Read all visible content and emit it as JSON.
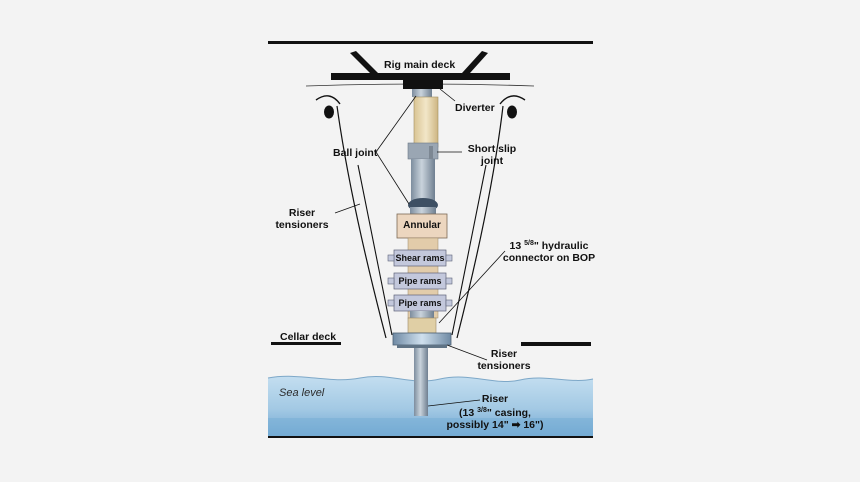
{
  "labels": {
    "rig_main_deck": "Rig main deck",
    "diverter": "Diverter",
    "ball_joint": "Ball joint",
    "short_slip_joint_1": "Short slip",
    "short_slip_joint_2": "joint",
    "riser_tensioners_left_1": "Riser",
    "riser_tensioners_left_2": "tensioners",
    "annular": "Annular",
    "connector_1a": "13 ",
    "connector_1_sup": "5/8",
    "connector_1b": "\" hydraulic",
    "connector_2": "connector on BOP",
    "shear_rams": "Shear rams",
    "pipe_rams_1": "Pipe rams",
    "pipe_rams_2": "Pipe rams",
    "cellar_deck": "Cellar deck",
    "riser_tensioners_right_1": "Riser",
    "riser_tensioners_right_2": "tensioners",
    "sea_level": "Sea level",
    "riser_1": "Riser",
    "riser_2a": "(13 ",
    "riser_2_sup": "3/8",
    "riser_2b": "\" casing,",
    "riser_3a": "possibly 14\" ",
    "riser_3_arrow": "➡",
    "riser_3b": " 16\")"
  },
  "colors": {
    "background": "#f3f3f3",
    "deck": "#111111",
    "slip_joint": "#ead9b4",
    "pipe": "#9aa9b8",
    "annular": "#ecd6bf",
    "rams": "#c3c8dc",
    "water": "#a9cde6",
    "water_deep": "#7fb1d8"
  }
}
